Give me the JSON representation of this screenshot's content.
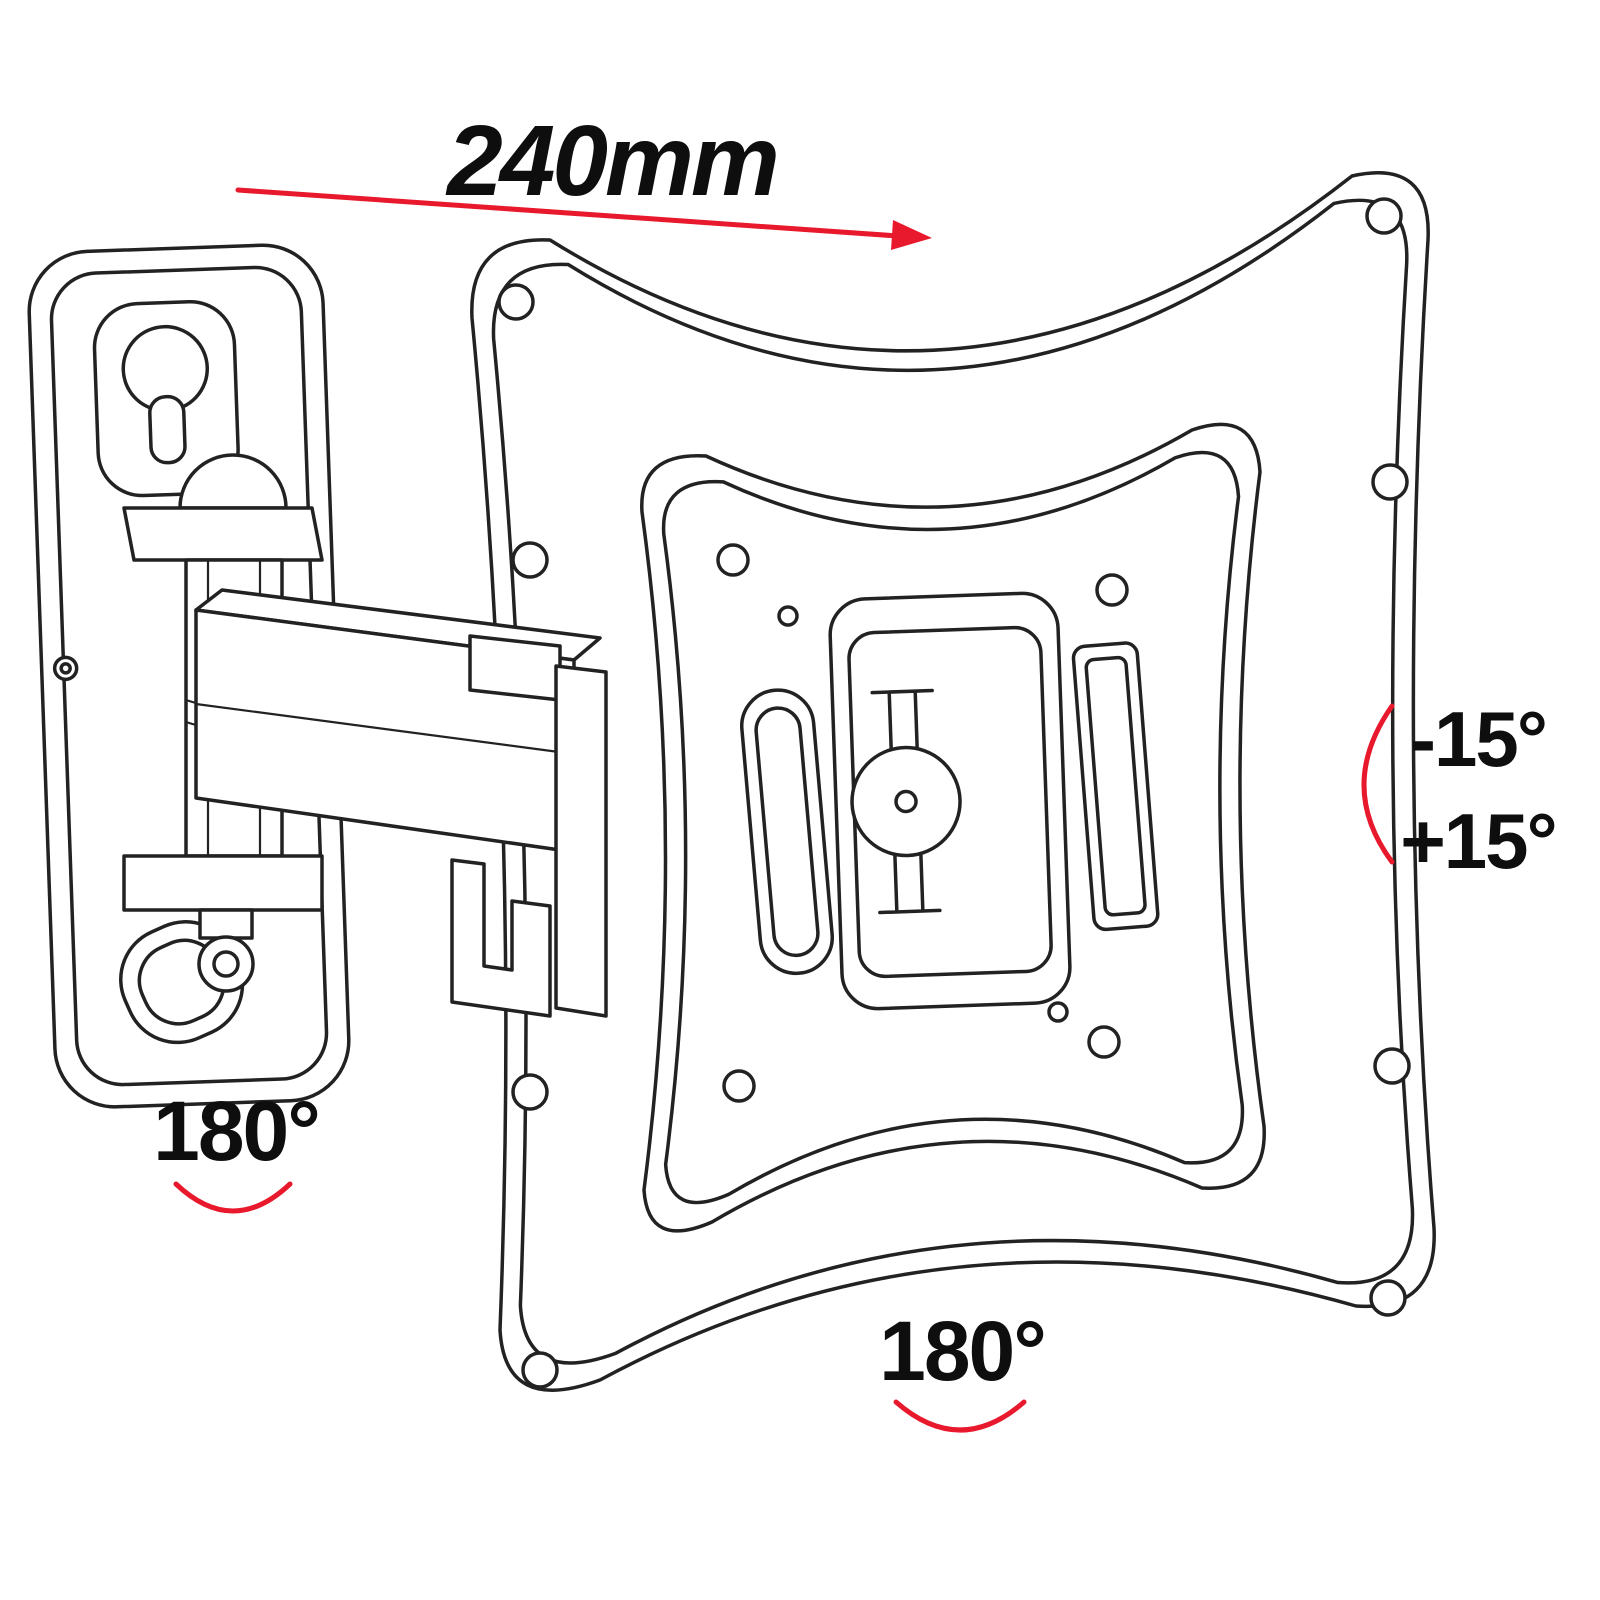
{
  "colors": {
    "line": "#222222",
    "accent_red": "#e8192c",
    "text": "#0e0e0e",
    "background": "#ffffff"
  },
  "annotations": {
    "width_dimension": "240mm",
    "tilt_negative": "-15°",
    "tilt_positive": "+15°",
    "swivel_wall": "180°",
    "swivel_screen": "180°"
  }
}
